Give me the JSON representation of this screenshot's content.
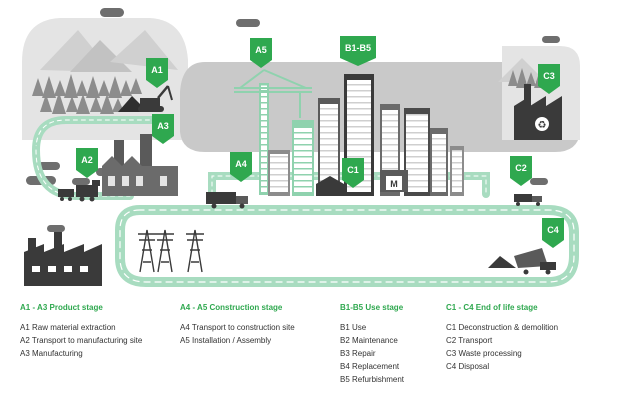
{
  "markers": {
    "a1": "A1",
    "a2": "A2",
    "a3": "A3",
    "a4": "A4",
    "a5": "A5",
    "b": "B1-B5",
    "c1": "C1",
    "c2": "C2",
    "c3": "C3",
    "c4": "C4",
    "metro": "M"
  },
  "legend": [
    {
      "heading": "A1 - A3 Product stage",
      "items": [
        "A1 Raw material extraction",
        "A2 Transport to manufacturing site",
        "A3 Manufacturing"
      ]
    },
    {
      "heading": "A4 - A5 Construction stage",
      "items": [
        "A4 Transport to construction site",
        "A5 Installation / Assembly"
      ]
    },
    {
      "heading": "B1-B5 Use stage",
      "items": [
        "B1 Use",
        "B2 Maintenance",
        "B3 Repair",
        "B4 Replacement",
        "B5 Refurbishment"
      ]
    },
    {
      "heading": "C1 - C4 End of life stage",
      "items": [
        "C1 Deconstruction & demolition",
        "C2 Transport",
        "C3 Waste processing",
        "C4 Disposal"
      ]
    }
  ],
  "colors": {
    "accent": "#2fa84f",
    "road": "#a8dcc0",
    "dark": "#3a3a3a",
    "gray": "#bdbdbd",
    "light": "#e4e4e4"
  }
}
